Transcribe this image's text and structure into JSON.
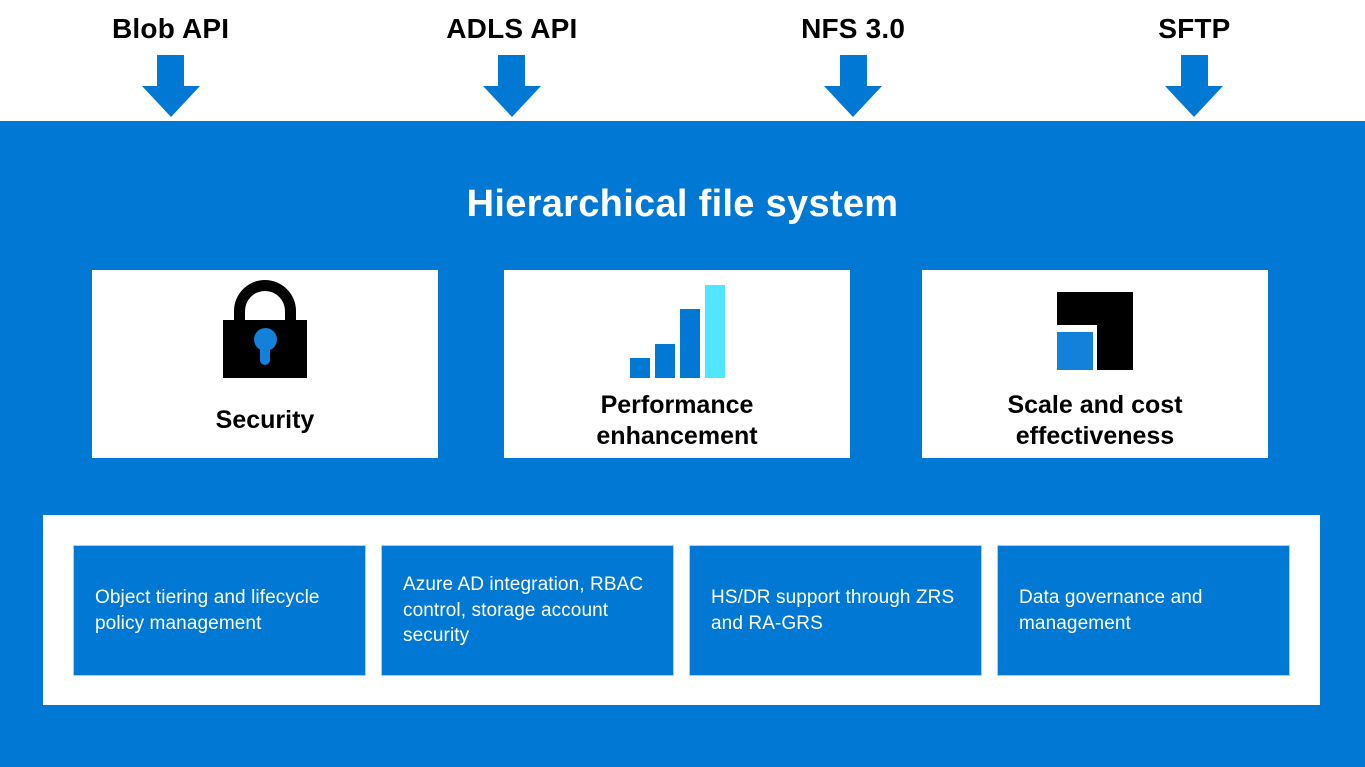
{
  "colors": {
    "primary_blue": "#0078D4",
    "accent_cyan": "#50E6FF",
    "icon_black": "#000000",
    "keyhole_blue": "#1380D9",
    "card_bg": "#FFFFFF"
  },
  "api_endpoints": [
    {
      "label": "Blob API"
    },
    {
      "label": "ADLS API"
    },
    {
      "label": "NFS 3.0"
    },
    {
      "label": "SFTP"
    }
  ],
  "panel": {
    "title": "Hierarchical file system"
  },
  "features": [
    {
      "id": "security",
      "label": "Security",
      "icon": "lock-icon"
    },
    {
      "id": "performance",
      "label": "Performance enhancement",
      "icon": "bar-chart-icon"
    },
    {
      "id": "scale-cost",
      "label": "Scale and cost effectiveness",
      "icon": "scale-cost-icon"
    }
  ],
  "capabilities": [
    {
      "text": "Object tiering and lifecycle policy management"
    },
    {
      "text": "Azure AD integration, RBAC control, storage account security"
    },
    {
      "text": "HS/DR support through ZRS and RA-GRS"
    },
    {
      "text": "Data governance and management"
    }
  ]
}
